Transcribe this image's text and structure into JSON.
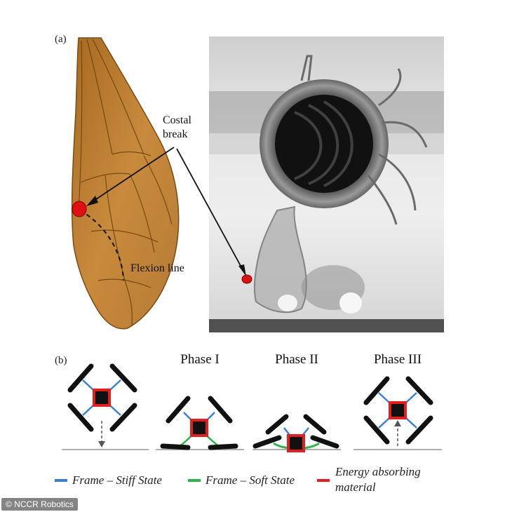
{
  "panel_a": {
    "label": "(a)",
    "annotations": {
      "costal_break_line1": "Costal",
      "costal_break_line2": "break",
      "flexion_line": "Flexion line"
    }
  },
  "panel_b": {
    "label": "(b)",
    "phases": [
      "Phase I",
      "Phase II",
      "Phase III"
    ]
  },
  "legend": {
    "stiff": {
      "label": "Frame – Stiff State",
      "color": "#3a7fd5"
    },
    "soft": {
      "label": "Frame – Soft State",
      "color": "#2fb34a"
    },
    "energy": {
      "label_line1": "Energy absorbing",
      "label_line2": "material",
      "color": "#e02020"
    }
  },
  "credit": "© NCCR Robotics"
}
